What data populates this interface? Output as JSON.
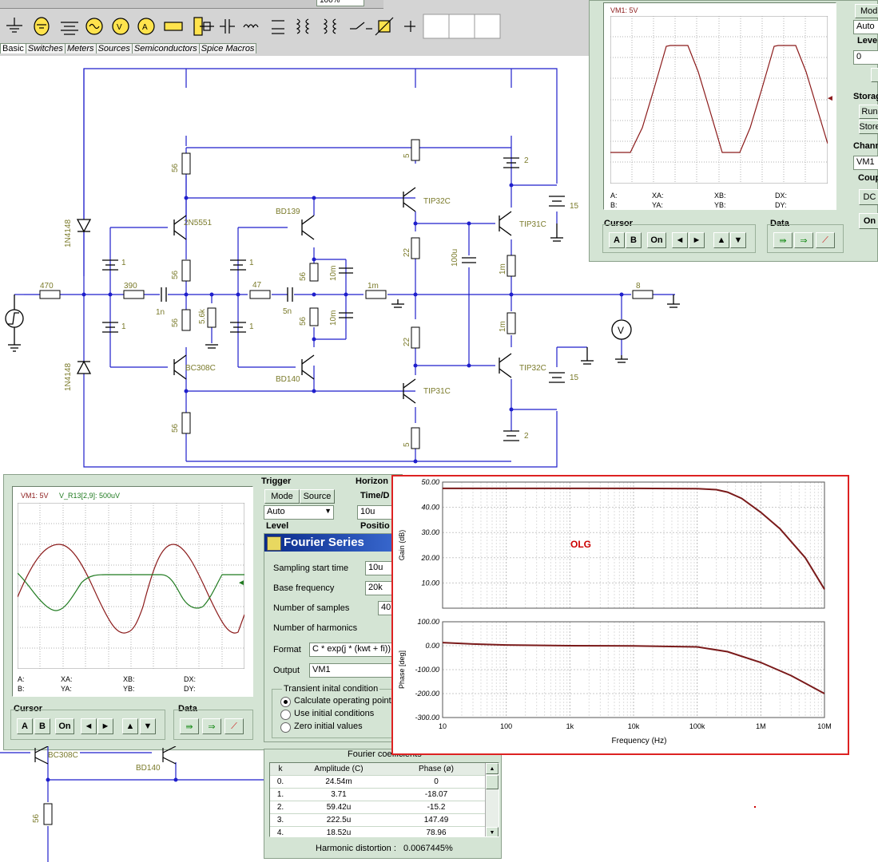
{
  "toolbar": {
    "zoom_value": "100%",
    "tabs": [
      "Basic",
      "Switches",
      "Meters",
      "Sources",
      "Semiconductors",
      "Spice Macros"
    ]
  },
  "schematic": {
    "labels": {
      "r470": "470",
      "r390": "390",
      "c1n": "1n",
      "d1": "1N4148",
      "d2": "1N4148",
      "q1": "2N5551",
      "q2": "BC308C",
      "r56a": "56",
      "r56b": "56",
      "r56c": "56",
      "r56d": "56",
      "r5k6": "5.6k",
      "b1": "1",
      "b2": "1",
      "b3": "1",
      "b4": "1",
      "q3": "BD139",
      "q4": "BD140",
      "r47": "47",
      "c5n": "5n",
      "r56e": "56",
      "r56f": "56",
      "r10ma": "10m",
      "r10mb": "10m",
      "r1m": "1m",
      "q5": "TIP32C",
      "q6": "TIP31C",
      "r5a": "5",
      "r5b": "5",
      "r22a": "22",
      "r22b": "22",
      "c100u": "100u",
      "q7": "TIP31C",
      "q8": "TIP32C",
      "r1ma": "1m",
      "r1mb": "1m",
      "b2a": "2",
      "b2b": "2",
      "b15a": "15",
      "b15b": "15",
      "rload": "8",
      "lower_q1": "BC308C",
      "lower_q2": "BD140",
      "lower_r": "56"
    }
  },
  "scope_top": {
    "channel_label": "VM1: 5V",
    "readouts": {
      "a": "A:",
      "b": "B:",
      "xa": "XA:",
      "ya": "YA:",
      "xb": "XB:",
      "yb": "YB:",
      "dx": "DX:",
      "dy": "DY:"
    },
    "cursor_group": "Cursor",
    "data_group": "Data",
    "buttons": {
      "a": "A",
      "b": "B",
      "on": "On",
      "on2": "On"
    },
    "right": {
      "mode_btn": "Mod",
      "mode_value": "Auto",
      "level_label": "Leve",
      "level_value": "0",
      "storage_label": "Storag",
      "run_btn": "Run",
      "store_btn": "Store",
      "channel_label": "Chann",
      "channel_value": "VM1",
      "coupling_label": "Coup",
      "dc_btn": "DC"
    }
  },
  "scope_bottom": {
    "channel_label_1": "VM1: 5V",
    "channel_label_2": "V_R13[2,9]: 500uV",
    "readouts": {
      "a": "A:",
      "b": "B:",
      "xa": "XA:",
      "ya": "YA:",
      "xb": "XB:",
      "yb": "YB:",
      "dx": "DX:",
      "dy": "DY:"
    },
    "cursor_group": "Cursor",
    "data_group": "Data",
    "buttons": {
      "a": "A",
      "b": "B",
      "on": "On"
    },
    "trigger_group": "Trigger",
    "mode_btn": "Mode",
    "source_btn": "Source",
    "trigger_mode_value": "Auto",
    "level_label": "Level",
    "horizontal_group": "Horizon",
    "timediv_label": "Time/D",
    "timediv_value": "10u",
    "position_label": "Positio"
  },
  "fourier_dialog": {
    "title": "Fourier Series",
    "sampling_start_label": "Sampling start time",
    "sampling_start_value": "10u",
    "base_freq_label": "Base frequency",
    "base_freq_value": "20k",
    "num_samples_label": "Number of samples",
    "num_samples_value": "40",
    "num_harmonics_label": "Number of harmonics",
    "format_label": "Format",
    "format_value": "C * exp(j * (kwt + fi))",
    "output_label": "Output",
    "output_value": "VM1",
    "transient_group": "Transient inital condition",
    "opt_calc": "Calculate operating point",
    "opt_initial": "Use initial conditions",
    "opt_zero": "Zero initial values"
  },
  "fourier_table": {
    "title": "Fourier coefficients",
    "headers": [
      "k",
      "Amplitude (C)",
      "Phase (ø)"
    ],
    "rows": [
      [
        "0.",
        "24.54m",
        "0"
      ],
      [
        "1.",
        "3.71",
        "-18.07"
      ],
      [
        "2.",
        "59.42u",
        "-15.2"
      ],
      [
        "3.",
        "222.5u",
        "147.49"
      ],
      [
        "4.",
        "18.52u",
        "78.96"
      ]
    ],
    "distortion_label": "Harmonic distortion :",
    "distortion_value": "0.0067445%"
  },
  "bode": {
    "annotation": "OLG",
    "gain_ylabel": "Gain (dB)",
    "phase_ylabel": "Phase [deg]",
    "xlabel": "Frequency (Hz)",
    "gain_ticks": [
      "50.00",
      "40.00",
      "30.00",
      "20.00",
      "10.00"
    ],
    "phase_ticks": [
      "100.00",
      "0.00",
      "-100.00",
      "-200.00",
      "-300.00"
    ],
    "x_ticks": [
      "10",
      "100",
      "1k",
      "10k",
      "100k",
      "1M",
      "10M"
    ]
  },
  "chart_data": [
    {
      "type": "line",
      "title": "",
      "xlabel": "Frequency (Hz)",
      "ylabel": "Gain (dB)",
      "x_scale": "log",
      "xlim": [
        10,
        10000000
      ],
      "ylim": [
        0,
        50
      ],
      "grid": true,
      "x": [
        10,
        100,
        1000,
        10000,
        100000,
        200000,
        300000,
        500000,
        1000000,
        2000000,
        5000000,
        10000000
      ],
      "series": [
        {
          "values": [
            47.5,
            47.5,
            47.5,
            47.5,
            47.4,
            47.0,
            46.0,
            43.5,
            38.0,
            31.5,
            20.0,
            7.5
          ]
        }
      ]
    },
    {
      "type": "line",
      "title": "",
      "xlabel": "Frequency (Hz)",
      "ylabel": "Phase [deg]",
      "x_scale": "log",
      "xlim": [
        10,
        10000000
      ],
      "ylim": [
        -300,
        100
      ],
      "grid": true,
      "x": [
        10,
        30,
        100,
        1000,
        10000,
        100000,
        300000,
        1000000,
        3000000,
        10000000
      ],
      "series": [
        {
          "values": [
            13,
            7,
            3,
            0,
            -1,
            -5,
            -25,
            -70,
            -125,
            -200
          ]
        }
      ]
    }
  ],
  "colors": {
    "wire": "#1f1fcc",
    "trace_red": "#8b1a1a",
    "trace_green": "#1f7a1f",
    "olg": "#cc0000",
    "bode_frame": "#dd2222"
  }
}
